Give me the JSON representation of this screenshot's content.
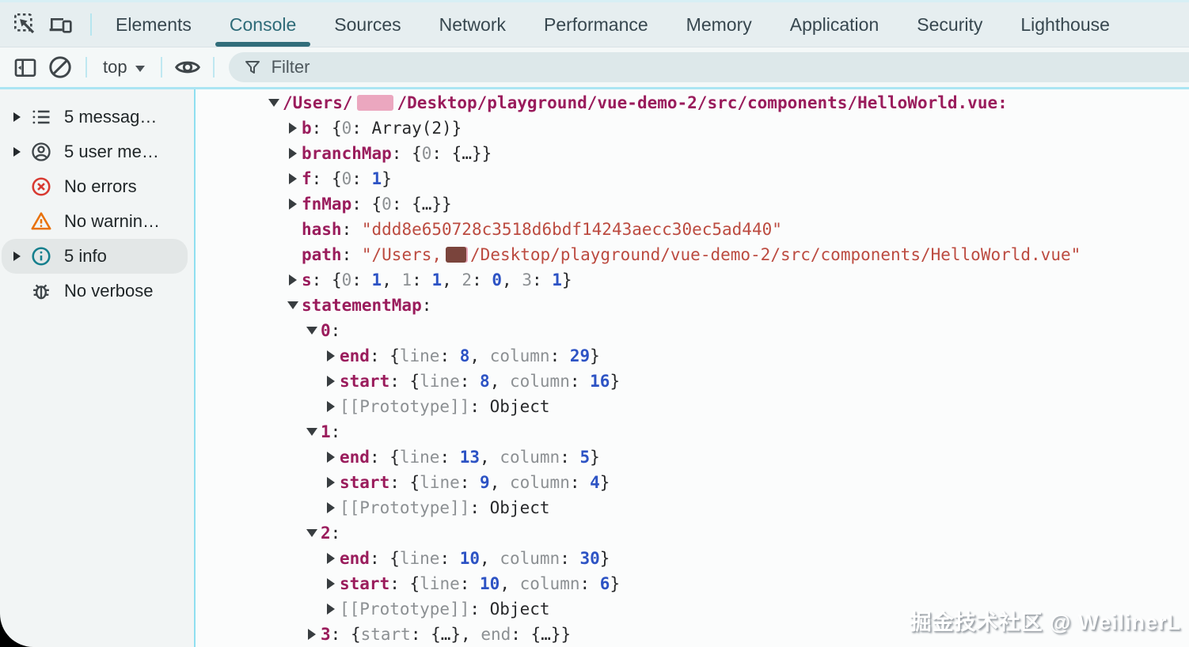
{
  "tabbar": {
    "icons": [
      "inspect-icon",
      "device-toolbar-icon"
    ],
    "tabs": [
      {
        "label": "Elements",
        "active": false
      },
      {
        "label": "Console",
        "active": true
      },
      {
        "label": "Sources",
        "active": false
      },
      {
        "label": "Network",
        "active": false
      },
      {
        "label": "Performance",
        "active": false
      },
      {
        "label": "Memory",
        "active": false
      },
      {
        "label": "Application",
        "active": false
      },
      {
        "label": "Security",
        "active": false
      },
      {
        "label": "Lighthouse",
        "active": false
      }
    ]
  },
  "toolbar": {
    "context_label": "top",
    "filter_placeholder": "Filter"
  },
  "sidebar": {
    "items": [
      {
        "icon": "list-icon",
        "label": "5 messag…",
        "arrow": true,
        "selected": false
      },
      {
        "icon": "user-icon",
        "label": "5 user me…",
        "arrow": true,
        "selected": false
      },
      {
        "icon": "error-icon",
        "label": "No errors",
        "arrow": false,
        "selected": false
      },
      {
        "icon": "warning-icon",
        "label": "No warnin…",
        "arrow": false,
        "selected": false
      },
      {
        "icon": "info-icon",
        "label": "5 info",
        "arrow": true,
        "selected": true
      },
      {
        "icon": "verbose-icon",
        "label": "No verbose",
        "arrow": false,
        "selected": false
      }
    ]
  },
  "console": {
    "rows": [
      {
        "level": 0,
        "arrow": "down",
        "segments": [
          {
            "c": "key",
            "t": "/Users/"
          },
          {
            "redact": "pink"
          },
          {
            "c": "key",
            "t": "/Desktop/playground/vue-demo-2/src/components/HelloWorld.vue:"
          }
        ]
      },
      {
        "level": 1,
        "arrow": "right",
        "segments": [
          {
            "c": "key",
            "t": "b"
          },
          {
            "c": "plain",
            "t": ": {"
          },
          {
            "c": "dim",
            "t": "0"
          },
          {
            "c": "plain",
            "t": ": Array(2)}"
          }
        ]
      },
      {
        "level": 1,
        "arrow": "right",
        "segments": [
          {
            "c": "key",
            "t": "branchMap"
          },
          {
            "c": "plain",
            "t": ": {"
          },
          {
            "c": "dim",
            "t": "0"
          },
          {
            "c": "plain",
            "t": ": {…}}"
          }
        ]
      },
      {
        "level": 1,
        "arrow": "right",
        "segments": [
          {
            "c": "key",
            "t": "f"
          },
          {
            "c": "plain",
            "t": ": {"
          },
          {
            "c": "dim",
            "t": "0"
          },
          {
            "c": "plain",
            "t": ": "
          },
          {
            "c": "num",
            "t": "1"
          },
          {
            "c": "plain",
            "t": "}"
          }
        ]
      },
      {
        "level": 1,
        "arrow": "right",
        "segments": [
          {
            "c": "key",
            "t": "fnMap"
          },
          {
            "c": "plain",
            "t": ": {"
          },
          {
            "c": "dim",
            "t": "0"
          },
          {
            "c": "plain",
            "t": ": {…}}"
          }
        ]
      },
      {
        "level": 1,
        "arrow": null,
        "segments": [
          {
            "c": "key",
            "t": "hash"
          },
          {
            "c": "plain",
            "t": ": "
          },
          {
            "c": "str",
            "t": "\"ddd8e650728c3518d6bdf14243aecc30ec5ad440\""
          }
        ]
      },
      {
        "level": 1,
        "arrow": null,
        "segments": [
          {
            "c": "key",
            "t": "path"
          },
          {
            "c": "plain",
            "t": ": "
          },
          {
            "c": "str",
            "t": "\"/Users,"
          },
          {
            "redact": "dark"
          },
          {
            "c": "str",
            "t": "/Desktop/playground/vue-demo-2/src/components/HelloWorld.vue\""
          }
        ]
      },
      {
        "level": 1,
        "arrow": "right",
        "segments": [
          {
            "c": "key",
            "t": "s"
          },
          {
            "c": "plain",
            "t": ": {"
          },
          {
            "c": "dim",
            "t": "0"
          },
          {
            "c": "plain",
            "t": ": "
          },
          {
            "c": "num",
            "t": "1"
          },
          {
            "c": "plain",
            "t": ", "
          },
          {
            "c": "dim",
            "t": "1"
          },
          {
            "c": "plain",
            "t": ": "
          },
          {
            "c": "num",
            "t": "1"
          },
          {
            "c": "plain",
            "t": ", "
          },
          {
            "c": "dim",
            "t": "2"
          },
          {
            "c": "plain",
            "t": ": "
          },
          {
            "c": "num",
            "t": "0"
          },
          {
            "c": "plain",
            "t": ", "
          },
          {
            "c": "dim",
            "t": "3"
          },
          {
            "c": "plain",
            "t": ": "
          },
          {
            "c": "num",
            "t": "1"
          },
          {
            "c": "plain",
            "t": "}"
          }
        ]
      },
      {
        "level": 1,
        "arrow": "down",
        "segments": [
          {
            "c": "key",
            "t": "statementMap"
          },
          {
            "c": "plain",
            "t": ":"
          }
        ]
      },
      {
        "level": 2,
        "arrow": "down",
        "segments": [
          {
            "c": "key",
            "t": "0"
          },
          {
            "c": "plain",
            "t": ":"
          }
        ]
      },
      {
        "level": 3,
        "arrow": "right",
        "segments": [
          {
            "c": "key",
            "t": "end"
          },
          {
            "c": "plain",
            "t": ": {"
          },
          {
            "c": "dim",
            "t": "line"
          },
          {
            "c": "plain",
            "t": ": "
          },
          {
            "c": "num",
            "t": "8"
          },
          {
            "c": "plain",
            "t": ", "
          },
          {
            "c": "dim",
            "t": "column"
          },
          {
            "c": "plain",
            "t": ": "
          },
          {
            "c": "num",
            "t": "29"
          },
          {
            "c": "plain",
            "t": "}"
          }
        ]
      },
      {
        "level": 3,
        "arrow": "right",
        "segments": [
          {
            "c": "key",
            "t": "start"
          },
          {
            "c": "plain",
            "t": ": {"
          },
          {
            "c": "dim",
            "t": "line"
          },
          {
            "c": "plain",
            "t": ": "
          },
          {
            "c": "num",
            "t": "8"
          },
          {
            "c": "plain",
            "t": ", "
          },
          {
            "c": "dim",
            "t": "column"
          },
          {
            "c": "plain",
            "t": ": "
          },
          {
            "c": "num",
            "t": "16"
          },
          {
            "c": "plain",
            "t": "}"
          }
        ]
      },
      {
        "level": 3,
        "arrow": "right",
        "segments": [
          {
            "c": "dim",
            "t": "[[Prototype]]"
          },
          {
            "c": "plain",
            "t": ": Object"
          }
        ]
      },
      {
        "level": 2,
        "arrow": "down",
        "segments": [
          {
            "c": "key",
            "t": "1"
          },
          {
            "c": "plain",
            "t": ":"
          }
        ]
      },
      {
        "level": 3,
        "arrow": "right",
        "segments": [
          {
            "c": "key",
            "t": "end"
          },
          {
            "c": "plain",
            "t": ": {"
          },
          {
            "c": "dim",
            "t": "line"
          },
          {
            "c": "plain",
            "t": ": "
          },
          {
            "c": "num",
            "t": "13"
          },
          {
            "c": "plain",
            "t": ", "
          },
          {
            "c": "dim",
            "t": "column"
          },
          {
            "c": "plain",
            "t": ": "
          },
          {
            "c": "num",
            "t": "5"
          },
          {
            "c": "plain",
            "t": "}"
          }
        ]
      },
      {
        "level": 3,
        "arrow": "right",
        "segments": [
          {
            "c": "key",
            "t": "start"
          },
          {
            "c": "plain",
            "t": ": {"
          },
          {
            "c": "dim",
            "t": "line"
          },
          {
            "c": "plain",
            "t": ": "
          },
          {
            "c": "num",
            "t": "9"
          },
          {
            "c": "plain",
            "t": ", "
          },
          {
            "c": "dim",
            "t": "column"
          },
          {
            "c": "plain",
            "t": ": "
          },
          {
            "c": "num",
            "t": "4"
          },
          {
            "c": "plain",
            "t": "}"
          }
        ]
      },
      {
        "level": 3,
        "arrow": "right",
        "segments": [
          {
            "c": "dim",
            "t": "[[Prototype]]"
          },
          {
            "c": "plain",
            "t": ": Object"
          }
        ]
      },
      {
        "level": 2,
        "arrow": "down",
        "segments": [
          {
            "c": "key",
            "t": "2"
          },
          {
            "c": "plain",
            "t": ":"
          }
        ]
      },
      {
        "level": 3,
        "arrow": "right",
        "segments": [
          {
            "c": "key",
            "t": "end"
          },
          {
            "c": "plain",
            "t": ": {"
          },
          {
            "c": "dim",
            "t": "line"
          },
          {
            "c": "plain",
            "t": ": "
          },
          {
            "c": "num",
            "t": "10"
          },
          {
            "c": "plain",
            "t": ", "
          },
          {
            "c": "dim",
            "t": "column"
          },
          {
            "c": "plain",
            "t": ": "
          },
          {
            "c": "num",
            "t": "30"
          },
          {
            "c": "plain",
            "t": "}"
          }
        ]
      },
      {
        "level": 3,
        "arrow": "right",
        "segments": [
          {
            "c": "key",
            "t": "start"
          },
          {
            "c": "plain",
            "t": ": {"
          },
          {
            "c": "dim",
            "t": "line"
          },
          {
            "c": "plain",
            "t": ": "
          },
          {
            "c": "num",
            "t": "10"
          },
          {
            "c": "plain",
            "t": ", "
          },
          {
            "c": "dim",
            "t": "column"
          },
          {
            "c": "plain",
            "t": ": "
          },
          {
            "c": "num",
            "t": "6"
          },
          {
            "c": "plain",
            "t": "}"
          }
        ]
      },
      {
        "level": 3,
        "arrow": "right",
        "segments": [
          {
            "c": "dim",
            "t": "[[Prototype]]"
          },
          {
            "c": "plain",
            "t": ": Object"
          }
        ]
      },
      {
        "level": 2,
        "arrow": "right",
        "segments": [
          {
            "c": "key",
            "t": "3"
          },
          {
            "c": "plain",
            "t": ": {"
          },
          {
            "c": "dim",
            "t": "start"
          },
          {
            "c": "plain",
            "t": ": {…}, "
          },
          {
            "c": "dim",
            "t": "end"
          },
          {
            "c": "plain",
            "t": ": {…}}"
          }
        ]
      }
    ]
  },
  "watermark": {
    "text": "掘金技术社区 @ WeilinerL"
  },
  "colors": {
    "accent_teal": "#2e6b78",
    "key": "#9a1c5c",
    "number": "#2d53c4",
    "string": "#bc4b40",
    "error_red": "#d83a31",
    "warning_orange": "#e8710a",
    "info_teal": "#157f8d",
    "toolbar_strip_cyan": "#abe5f3"
  }
}
